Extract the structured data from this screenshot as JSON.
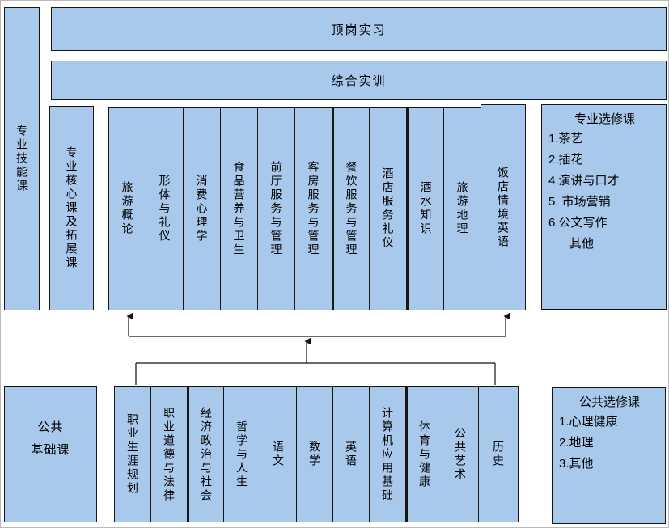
{
  "colors": {
    "box_fill": "#a9c9ec",
    "box_border": "#161616",
    "canvas_border": "#b9b9b9",
    "arrow": "#111111"
  },
  "top_bars": {
    "internship": "顶岗实习",
    "training": "综合实训"
  },
  "left_bars": {
    "skill": "专业技能课",
    "core": "专业核心课及拓展课"
  },
  "professional_courses": [
    "旅游概论",
    "形体与礼仪",
    "消费心理学",
    "食品营养与卫生",
    "前厅服务与管理",
    "客房服务与管理",
    "餐饮服务与管理",
    "酒店服务礼仪",
    "酒水知识",
    "旅游地理",
    "饭店情境英语"
  ],
  "professional_electives": {
    "title": "专业选修课",
    "items": [
      "1.茶艺",
      "2.插花",
      "4.演讲与口才",
      "5. 市场营销",
      "6.公文写作",
      "其他"
    ]
  },
  "public_base": {
    "line1": "公共",
    "line2": "基础课"
  },
  "public_courses": [
    "职业生涯规划",
    "职业道德与法律",
    "经济政治与社会",
    "哲学与人生",
    "语文",
    "数学",
    "英语",
    "计算机应用基础",
    "体育与健康",
    "公共艺术",
    "历史"
  ],
  "public_electives": {
    "title": "公共选修课",
    "items": [
      "1.心理健康",
      "2.地理",
      "3.其他"
    ]
  }
}
